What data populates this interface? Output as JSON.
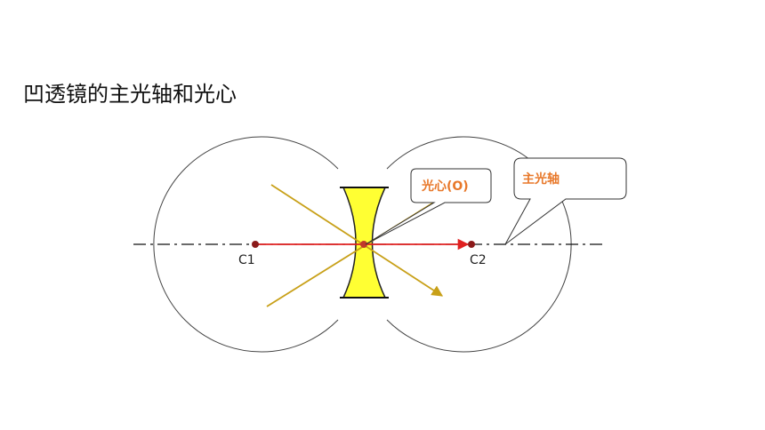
{
  "title": "凹透镜的主光轴和光心",
  "labels": {
    "c1": "C1",
    "c2": "C2",
    "optical_center": "光心(O)",
    "principal_axis": "主光轴"
  },
  "colors": {
    "lens_fill": "#ffff33",
    "ray": "#c8a018",
    "axis_arrow": "#e02020",
    "callout_text": "#e8782a",
    "circle": "#444444",
    "point": "#8b1a1a"
  }
}
